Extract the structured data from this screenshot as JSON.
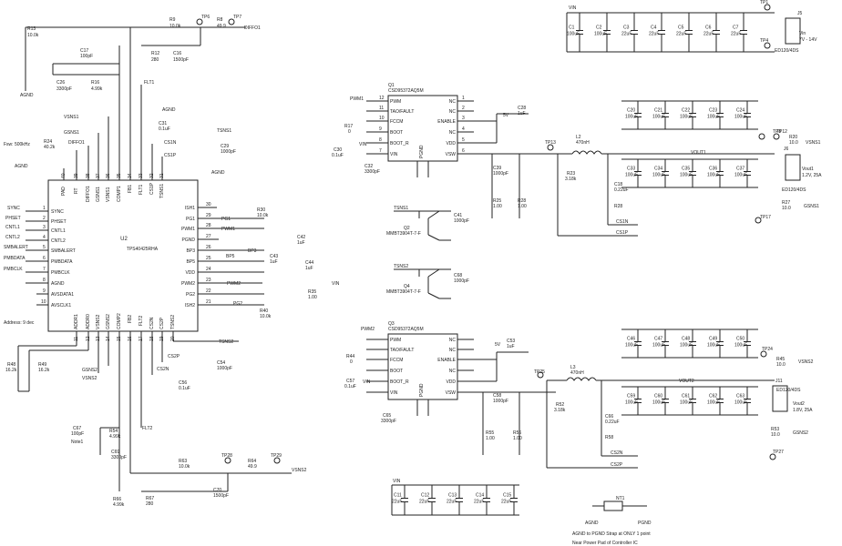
{
  "u2": {
    "ref": "U2",
    "part": "TPS40425RHA",
    "left_pins": [
      {
        "num": "1",
        "name": "SYNC"
      },
      {
        "num": "2",
        "name": "PHSET"
      },
      {
        "num": "3",
        "name": "CNTL1"
      },
      {
        "num": "4",
        "name": "CNTL2"
      },
      {
        "num": "5",
        "name": "SMBALERT"
      },
      {
        "num": "6",
        "name": "PMBDATA"
      },
      {
        "num": "7",
        "name": "PMBCLK"
      },
      {
        "num": "8",
        "name": "AGND"
      },
      {
        "num": "9",
        "name": "AVSDATA1"
      },
      {
        "num": "10",
        "name": "AVSCLK1"
      }
    ],
    "right_pins": [
      {
        "num": "30",
        "name": "ISH1"
      },
      {
        "num": "29",
        "name": "PG1"
      },
      {
        "num": "28",
        "name": "PWM1"
      },
      {
        "num": "27",
        "name": "PGND"
      },
      {
        "num": "26",
        "name": "BP3"
      },
      {
        "num": "25",
        "name": "BP5"
      },
      {
        "num": "24",
        "name": "VDD"
      },
      {
        "num": "23",
        "name": "PWM2"
      },
      {
        "num": "22",
        "name": "PG2"
      },
      {
        "num": "21",
        "name": "ISH2"
      }
    ],
    "top_pins": [
      {
        "num": "40",
        "name": "PAD"
      },
      {
        "num": "39",
        "name": "RT"
      },
      {
        "num": "38",
        "name": "DIFFO1"
      },
      {
        "num": "37",
        "name": "GSNS1"
      },
      {
        "num": "36",
        "name": "VSNS1"
      },
      {
        "num": "35",
        "name": "COMP1"
      },
      {
        "num": "34",
        "name": "FB1"
      },
      {
        "num": "33",
        "name": "FLT1"
      },
      {
        "num": "32",
        "name": "CS1P"
      },
      {
        "num": "31",
        "name": "TSNS1"
      }
    ],
    "bottom_pins": [
      {
        "num": "11",
        "name": "ADDR1"
      },
      {
        "num": "12",
        "name": "ADDR0"
      },
      {
        "num": "13",
        "name": "VSNS2"
      },
      {
        "num": "14",
        "name": "GSNS2"
      },
      {
        "num": "15",
        "name": "COMP2"
      },
      {
        "num": "16",
        "name": "FB2"
      },
      {
        "num": "17",
        "name": "FLT2"
      },
      {
        "num": "18",
        "name": "CS2N"
      },
      {
        "num": "19",
        "name": "CS2P"
      },
      {
        "num": "20",
        "name": "TSNS2"
      }
    ],
    "side_labels": {
      "fsw": "Fsw: 500kHz",
      "address": "Address: 9 dec"
    }
  },
  "nets": {
    "sync": "SYNC",
    "phset": "PHSET",
    "cntl1": "CNTL1",
    "cntl2": "CNTL2",
    "smbalert": "SMBALERT",
    "pmbdata": "PMBDATA",
    "pmbclk": "PMBCLK",
    "diffo1": "DIFFO1",
    "gsns1": "GSNS1",
    "vsns1": "VSNS1",
    "flt1": "FLT1",
    "cs1n": "CS1N",
    "cs1p": "CS1P",
    "tsns1": "TSNS1",
    "pg1": "PG1",
    "pwm1": "PWM1",
    "bp3": "BP3",
    "bp5": "BP5",
    "pwm2": "PWM2",
    "vin": "VIN",
    "pg2": "PG2",
    "tsns2": "TSNS2",
    "cs2p": "CS2P",
    "cs2n": "CS2N",
    "gsns2": "GSNS2",
    "vsns2": "VSNS2",
    "flt2": "FLT2",
    "vout1": "VOUT1",
    "vout2": "VOUT2",
    "agnd": "AGND",
    "pgnd": "PGND"
  },
  "components": [
    {
      "ref": "R9",
      "value": "10.0k"
    },
    {
      "ref": "R8",
      "value": "49.9"
    },
    {
      "ref": "R13",
      "value": "10.0k"
    },
    {
      "ref": "R12",
      "value": "280"
    },
    {
      "ref": "C16",
      "value": "1500pF"
    },
    {
      "ref": "C17",
      "value": "100pF"
    },
    {
      "ref": "C26",
      "value": "3300pF"
    },
    {
      "ref": "R16",
      "value": "4.99k"
    },
    {
      "ref": "R24",
      "value": "40.2k"
    },
    {
      "ref": "C31",
      "value": "0.1uF"
    },
    {
      "ref": "C29",
      "value": "1000pF"
    },
    {
      "ref": "R30",
      "value": "10.0k"
    },
    {
      "ref": "C42",
      "value": "1uF"
    },
    {
      "ref": "C43",
      "value": "1uF"
    },
    {
      "ref": "C44",
      "value": "1uF"
    },
    {
      "ref": "R35",
      "value": "1.00"
    },
    {
      "ref": "R40",
      "value": "10.0k"
    },
    {
      "ref": "R48",
      "value": "16.2k"
    },
    {
      "ref": "R49",
      "value": "16.2k"
    },
    {
      "ref": "C54",
      "value": "1000pF"
    },
    {
      "ref": "C56",
      "value": "0.1uF"
    },
    {
      "ref": "C67",
      "value": "100pF"
    },
    {
      "ref": "R54",
      "value": "4.99k"
    },
    {
      "ref": "C69",
      "value": "3300pF"
    },
    {
      "ref": "R63",
      "value": "10.0k"
    },
    {
      "ref": "R64",
      "value": "49.9"
    },
    {
      "ref": "C70",
      "value": "1500pF"
    },
    {
      "ref": "R66",
      "value": "4.99k"
    },
    {
      "ref": "R67",
      "value": "280"
    },
    {
      "ref": "R17",
      "value": "0"
    },
    {
      "ref": "C30",
      "value": "0.1uF"
    },
    {
      "ref": "C32",
      "value": "3300pF"
    },
    {
      "ref": "C28",
      "value": "1uF"
    },
    {
      "ref": "C39",
      "value": "1000pF"
    },
    {
      "ref": "R25",
      "value": "1.00"
    },
    {
      "ref": "R28",
      "value": "1.00"
    },
    {
      "ref": "L2",
      "value": "470nH"
    },
    {
      "ref": "R23",
      "value": "3.18k"
    },
    {
      "ref": "C18",
      "value": "0.22uF"
    },
    {
      "ref": "C41",
      "value": "1000pF"
    },
    {
      "ref": "C68",
      "value": "1000pF"
    },
    {
      "ref": "R44",
      "value": "0"
    },
    {
      "ref": "C57",
      "value": "0.1uF"
    },
    {
      "ref": "C65",
      "value": "3300pF"
    },
    {
      "ref": "C53",
      "value": "1uF"
    },
    {
      "ref": "C58",
      "value": "1000pF"
    },
    {
      "ref": "R55",
      "value": "1.00"
    },
    {
      "ref": "R56",
      "value": "1.00"
    },
    {
      "ref": "L3",
      "value": "470nH"
    },
    {
      "ref": "R52",
      "value": "3.18k"
    },
    {
      "ref": "C66",
      "value": "0.22uF"
    },
    {
      "ref": "R20",
      "value": "10.0"
    },
    {
      "ref": "R27",
      "value": "10.0"
    },
    {
      "ref": "R45",
      "value": "10.0"
    },
    {
      "ref": "R53",
      "value": "10.0"
    }
  ],
  "power_stage": {
    "q1": {
      "ref": "Q1",
      "part": "CSD95372AQ5M"
    },
    "q3": {
      "ref": "Q3",
      "part": "CSD95372AQ5M"
    },
    "left_pins": [
      {
        "num": "12",
        "name": "PWM"
      },
      {
        "num": "11",
        "name": "TAO/FAULT"
      },
      {
        "num": "10",
        "name": "FCCM"
      },
      {
        "num": "9",
        "name": "BOOT"
      },
      {
        "num": "8",
        "name": "BOOT_R"
      },
      {
        "num": "7",
        "name": "VIN"
      }
    ],
    "right_pins": [
      {
        "num": "1",
        "name": "NC"
      },
      {
        "num": "2",
        "name": "NC"
      },
      {
        "num": "3",
        "name": "ENABLE"
      },
      {
        "num": "4",
        "name": "NC"
      },
      {
        "num": "5",
        "name": "VDD"
      },
      {
        "num": "6",
        "name": "VSW"
      }
    ],
    "bottom_pin": "PGND",
    "bottom_nums": [
      "13",
      "14"
    ],
    "q2": {
      "ref": "Q2",
      "part": "MMBT3904T-7-F"
    },
    "q4": {
      "ref": "Q4",
      "part": "MMBT3904T-7-F"
    },
    "v5": "5V"
  },
  "input_caps": [
    {
      "ref": "C1",
      "value": "100uF"
    },
    {
      "ref": "C2",
      "value": "100uF"
    },
    {
      "ref": "C3",
      "value": "22uF"
    },
    {
      "ref": "C4",
      "value": "22uF"
    },
    {
      "ref": "C5",
      "value": "22uF"
    },
    {
      "ref": "C6",
      "value": "22uF"
    },
    {
      "ref": "C7",
      "value": "22uF"
    }
  ],
  "bottom_caps": [
    {
      "ref": "C11",
      "value": "22uF"
    },
    {
      "ref": "C12",
      "value": "22uF"
    },
    {
      "ref": "C13",
      "value": "22uF"
    },
    {
      "ref": "C14",
      "value": "22uF"
    },
    {
      "ref": "C15",
      "value": "22uF"
    }
  ],
  "out1_caps_top": [
    {
      "ref": "C20",
      "value": "100uF"
    },
    {
      "ref": "C21",
      "value": "100uF"
    },
    {
      "ref": "C22",
      "value": "100uF"
    },
    {
      "ref": "C23",
      "value": "100uF"
    },
    {
      "ref": "C24",
      "value": "100uF"
    }
  ],
  "out1_caps_bot": [
    {
      "ref": "C33",
      "value": "100uF"
    },
    {
      "ref": "C34",
      "value": "100uF"
    },
    {
      "ref": "C35",
      "value": "100uF"
    },
    {
      "ref": "C36",
      "value": "100uF"
    },
    {
      "ref": "C37",
      "value": "100uF"
    }
  ],
  "out2_caps_top": [
    {
      "ref": "C46",
      "value": "100uF"
    },
    {
      "ref": "C47",
      "value": "100uF"
    },
    {
      "ref": "C48",
      "value": "100uF"
    },
    {
      "ref": "C49",
      "value": "100uF"
    },
    {
      "ref": "C50",
      "value": "100uF"
    }
  ],
  "out2_caps_bot": [
    {
      "ref": "C59",
      "value": "100uF"
    },
    {
      "ref": "C60",
      "value": "100uF"
    },
    {
      "ref": "C61",
      "value": "100uF"
    },
    {
      "ref": "C62",
      "value": "100uF"
    },
    {
      "ref": "C63",
      "value": "100uF"
    }
  ],
  "connectors": {
    "j5": {
      "ref": "J5",
      "part": "ED120/4DS",
      "label": "Vin",
      "range": "7V - 14V"
    },
    "j6": {
      "ref": "J6",
      "part": "ED120/4DS",
      "label": "Vout1",
      "spec": "1.2V, 25A"
    },
    "j11": {
      "ref": "J11",
      "part": "ED120/4DS",
      "label": "Vout2",
      "spec": "1.8V, 25A"
    }
  },
  "test_points": [
    "TP1",
    "TP4",
    "TP6",
    "TP7",
    "TP8",
    "TP12",
    "TP13",
    "TP17",
    "TP24",
    "TP25",
    "TP27",
    "TP28",
    "TP29"
  ],
  "nt1": {
    "ref": "NT1"
  },
  "notes": {
    "note1": "Note1",
    "agnd_strap": "AGND to PGND Strap at ONLY 1 point",
    "near_pad": "Near Power Pad of Controller IC"
  }
}
